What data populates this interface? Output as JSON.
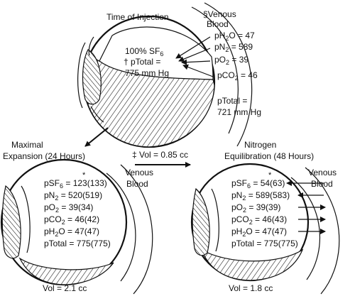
{
  "top": {
    "title": "Time of Injection",
    "gas_line1_pre": "100% SF",
    "gas_line1_sub": "6",
    "gas_line2": "† pTotal =",
    "gas_line3": "775 mm Hg",
    "venous_line1": "§Venous",
    "venous_line2": "Blood",
    "venous": [
      {
        "pre": "pH",
        "sub": "2",
        "post": "O = 47"
      },
      {
        "pre": "pN",
        "sub": "2",
        "post": " = 589"
      },
      {
        "pre": "pO",
        "sub": "2",
        "post": " = 39"
      },
      {
        "pre": "pCO",
        "sub": "2",
        "post": " = 46"
      }
    ],
    "ptotal_line1": "pTotal =",
    "ptotal_line2": "721 mm Hg",
    "vol": "‡ Vol = 0.85 cc"
  },
  "left": {
    "title_line1": "Maximal",
    "title_line2": "Expansion (24 Hours)",
    "venous_line1": "Venous",
    "venous_line2": "Blood",
    "asterisk": "*",
    "rows": [
      {
        "pre": "pSF",
        "sub": "6",
        "post": " = 123(133)"
      },
      {
        "pre": "pN",
        "sub": "2",
        "post": " = 520(519)"
      },
      {
        "pre": "pO",
        "sub": "2",
        "post": " = 39(34)"
      },
      {
        "pre": "pCO",
        "sub": "2",
        "post": " = 46(42)"
      },
      {
        "pre": "pH",
        "sub": "2",
        "post": "O = 47(47)"
      },
      {
        "pre": "pTotal = 775(775)",
        "sub": "",
        "post": ""
      }
    ],
    "vol": "Vol  = 2.1 cc"
  },
  "right": {
    "title_line1": "Nitrogen",
    "title_line2": "Equilibration (48 Hours)",
    "venous_line1": "Venous",
    "venous_line2": "Blood",
    "asterisk": "*",
    "rows": [
      {
        "pre": "pSF",
        "sub": "6",
        "post": " = 54(63)"
      },
      {
        "pre": "pN",
        "sub": "2",
        "post": " = 589(583)"
      },
      {
        "pre": "pO",
        "sub": "2",
        "post": " = 39(39)"
      },
      {
        "pre": "pCO",
        "sub": "2",
        "post": " = 46(43)"
      },
      {
        "pre": "pH",
        "sub": "2",
        "post": "O = 47(47)"
      },
      {
        "pre": "pTotal = 775(775)",
        "sub": "",
        "post": ""
      }
    ],
    "vol": "Vol  = 1.8 cc"
  }
}
